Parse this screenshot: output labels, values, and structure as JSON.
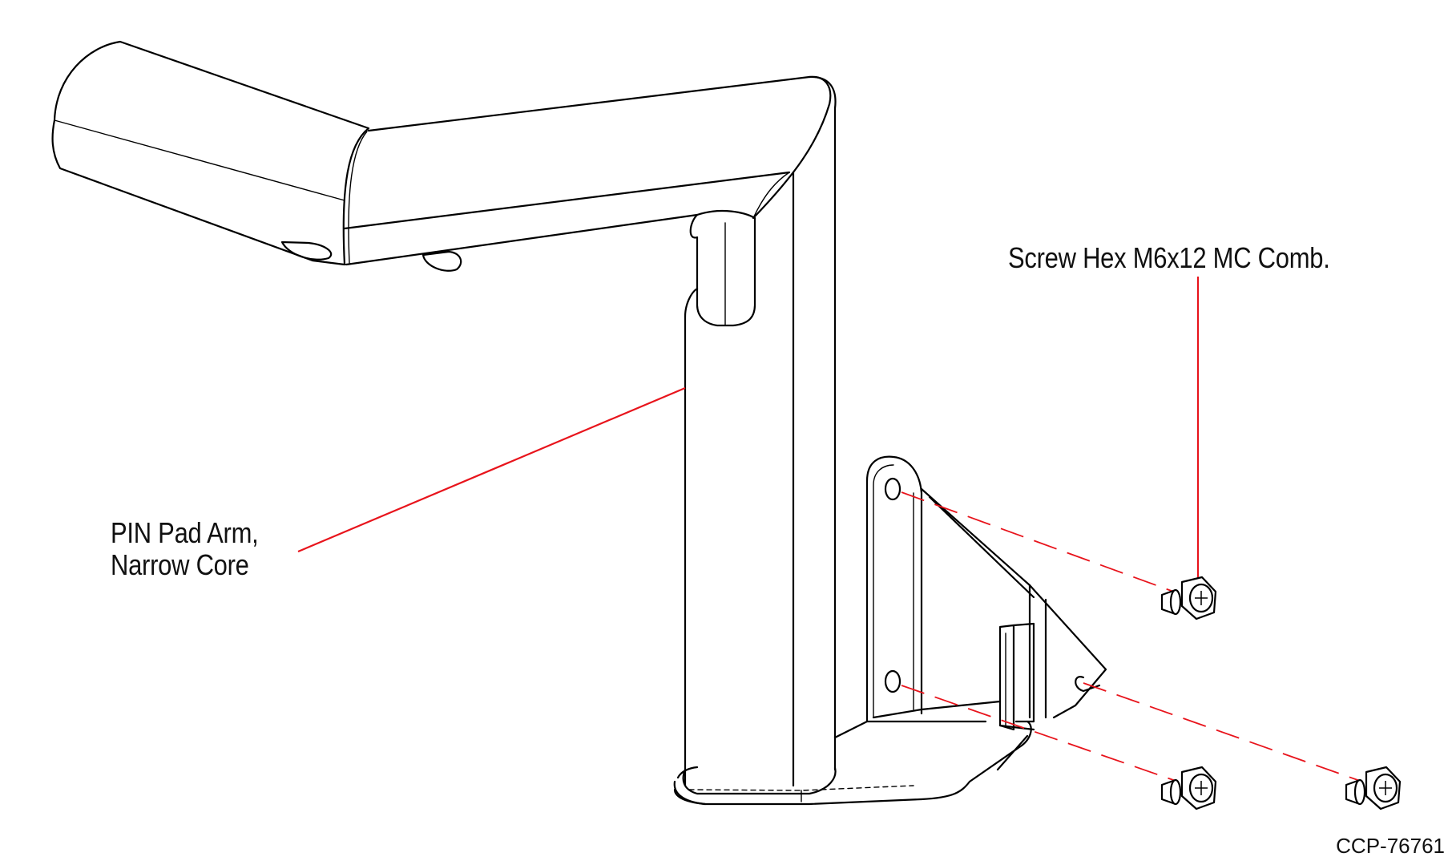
{
  "labels": {
    "arm_line1": "PIN Pad Arm,",
    "arm_line2": "Narrow Core",
    "screw": "Screw Hex M6x12 MC Comb.",
    "doc_id": "CCP-76761"
  },
  "colors": {
    "line_art": "#000000",
    "leader": "#e8141c",
    "text": "#111111",
    "background": "#ffffff"
  },
  "parts": [
    "pin-pad-arm",
    "mounting-bracket",
    "hex-screw",
    "hex-screw",
    "hex-screw"
  ]
}
